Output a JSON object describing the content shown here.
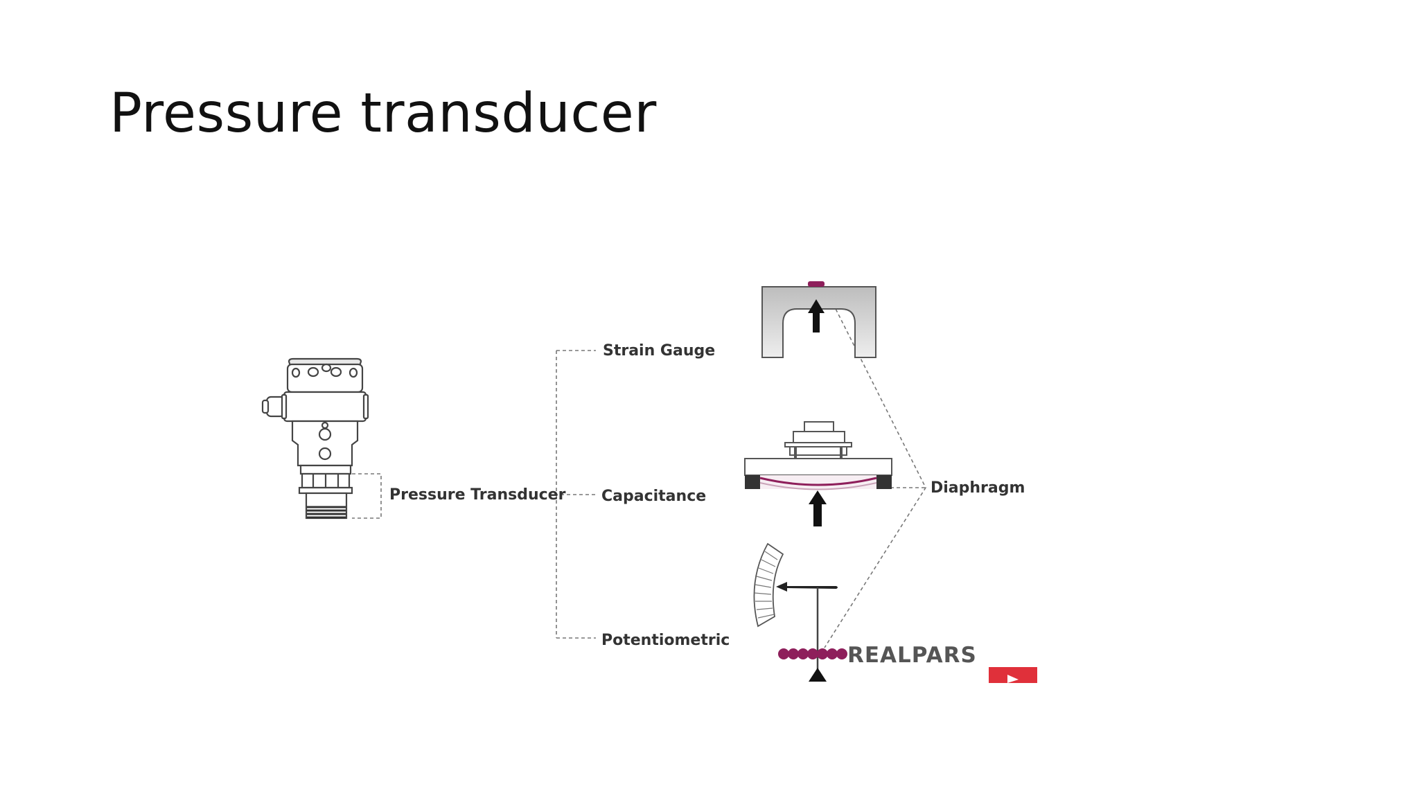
{
  "slide": {
    "title": "Pressure transducer"
  },
  "diagram": {
    "root_label": "Pressure Transducer",
    "branches": [
      "Strain Gauge",
      "Capacitance",
      "Potentiometric"
    ],
    "diaphragm_label": "Diaphragm",
    "watermark": "REALPARS",
    "colors": {
      "diaphragm": "#8e1f5b",
      "watermark": "#555555",
      "brand_box": "#e0303a",
      "lines": "#777777"
    },
    "icons": [
      "pressure-transducer-icon",
      "strain-gauge-icon",
      "capacitance-sensor-icon",
      "potentiometric-sensor-icon"
    ]
  }
}
